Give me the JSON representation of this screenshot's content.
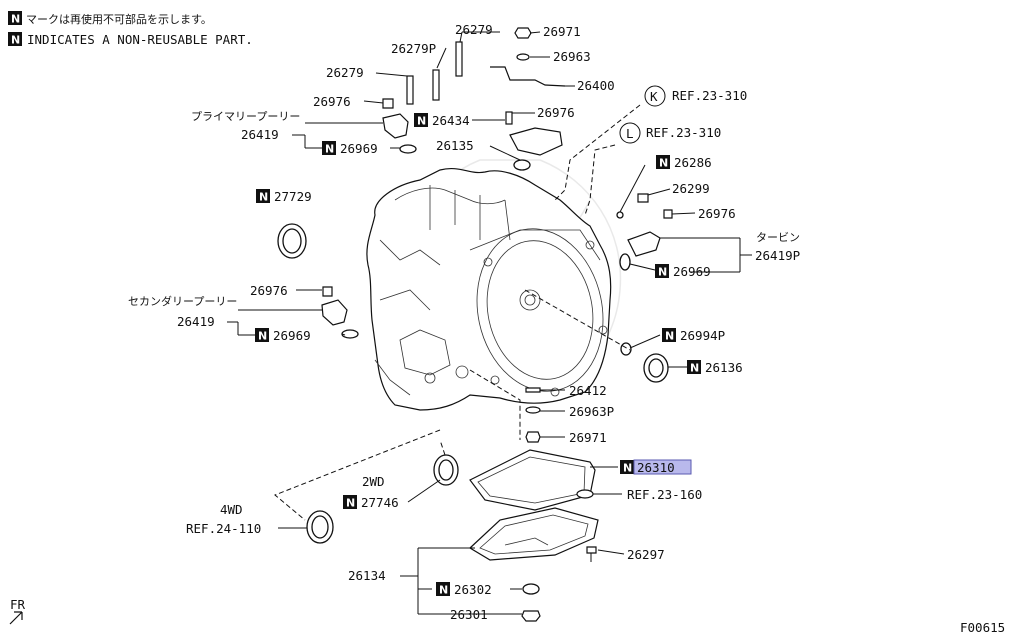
{
  "legend": {
    "n_mark": "N",
    "jp": "マークは再使用不可部品を示します。",
    "en": "INDICATES A NON-REUSABLE PART."
  },
  "labels": {
    "p26279_top": "26279",
    "p26279p": "26279P",
    "p26279_left": "26279",
    "p26971_top": "26971",
    "p26963_top": "26963",
    "p26400": "26400",
    "p26976_a": "26976",
    "p26976_b": "26976",
    "p26434": "26434",
    "p26135": "26135",
    "ref_k": "REF.23-310",
    "ref_l": "REF.23-310",
    "circle_k": "K",
    "circle_l": "L",
    "primary_jp": "プライマリープーリー",
    "p26419_a": "26419",
    "p26969_a": "26969",
    "p27729": "27729",
    "p26286": "26286",
    "p26299": "26299",
    "p26976_c": "26976",
    "turbine_jp": "タービン",
    "p26419p": "26419P",
    "p26969_b": "26969",
    "secondary_jp": "セカンダリープーリー",
    "p26976_d": "26976",
    "p26419_b": "26419",
    "p26969_c": "26969",
    "p26994p": "26994P",
    "p26136": "26136",
    "p26412": "26412",
    "p26963p": "26963P",
    "p26971_b": "26971",
    "p26310": "26310",
    "ref_160": "REF.23-160",
    "wd2": "2WD",
    "p27746": "27746",
    "wd4": "4WD",
    "ref_24": "REF.24-110",
    "p26297": "26297",
    "p26134": "26134",
    "p26302": "26302",
    "p26301": "26301",
    "fr": "FR",
    "fig_code": "F00615"
  },
  "colors": {
    "highlight": "#b9b9ec"
  },
  "icons": [
    "n-mark-icon",
    "fr-arrow-icon"
  ]
}
